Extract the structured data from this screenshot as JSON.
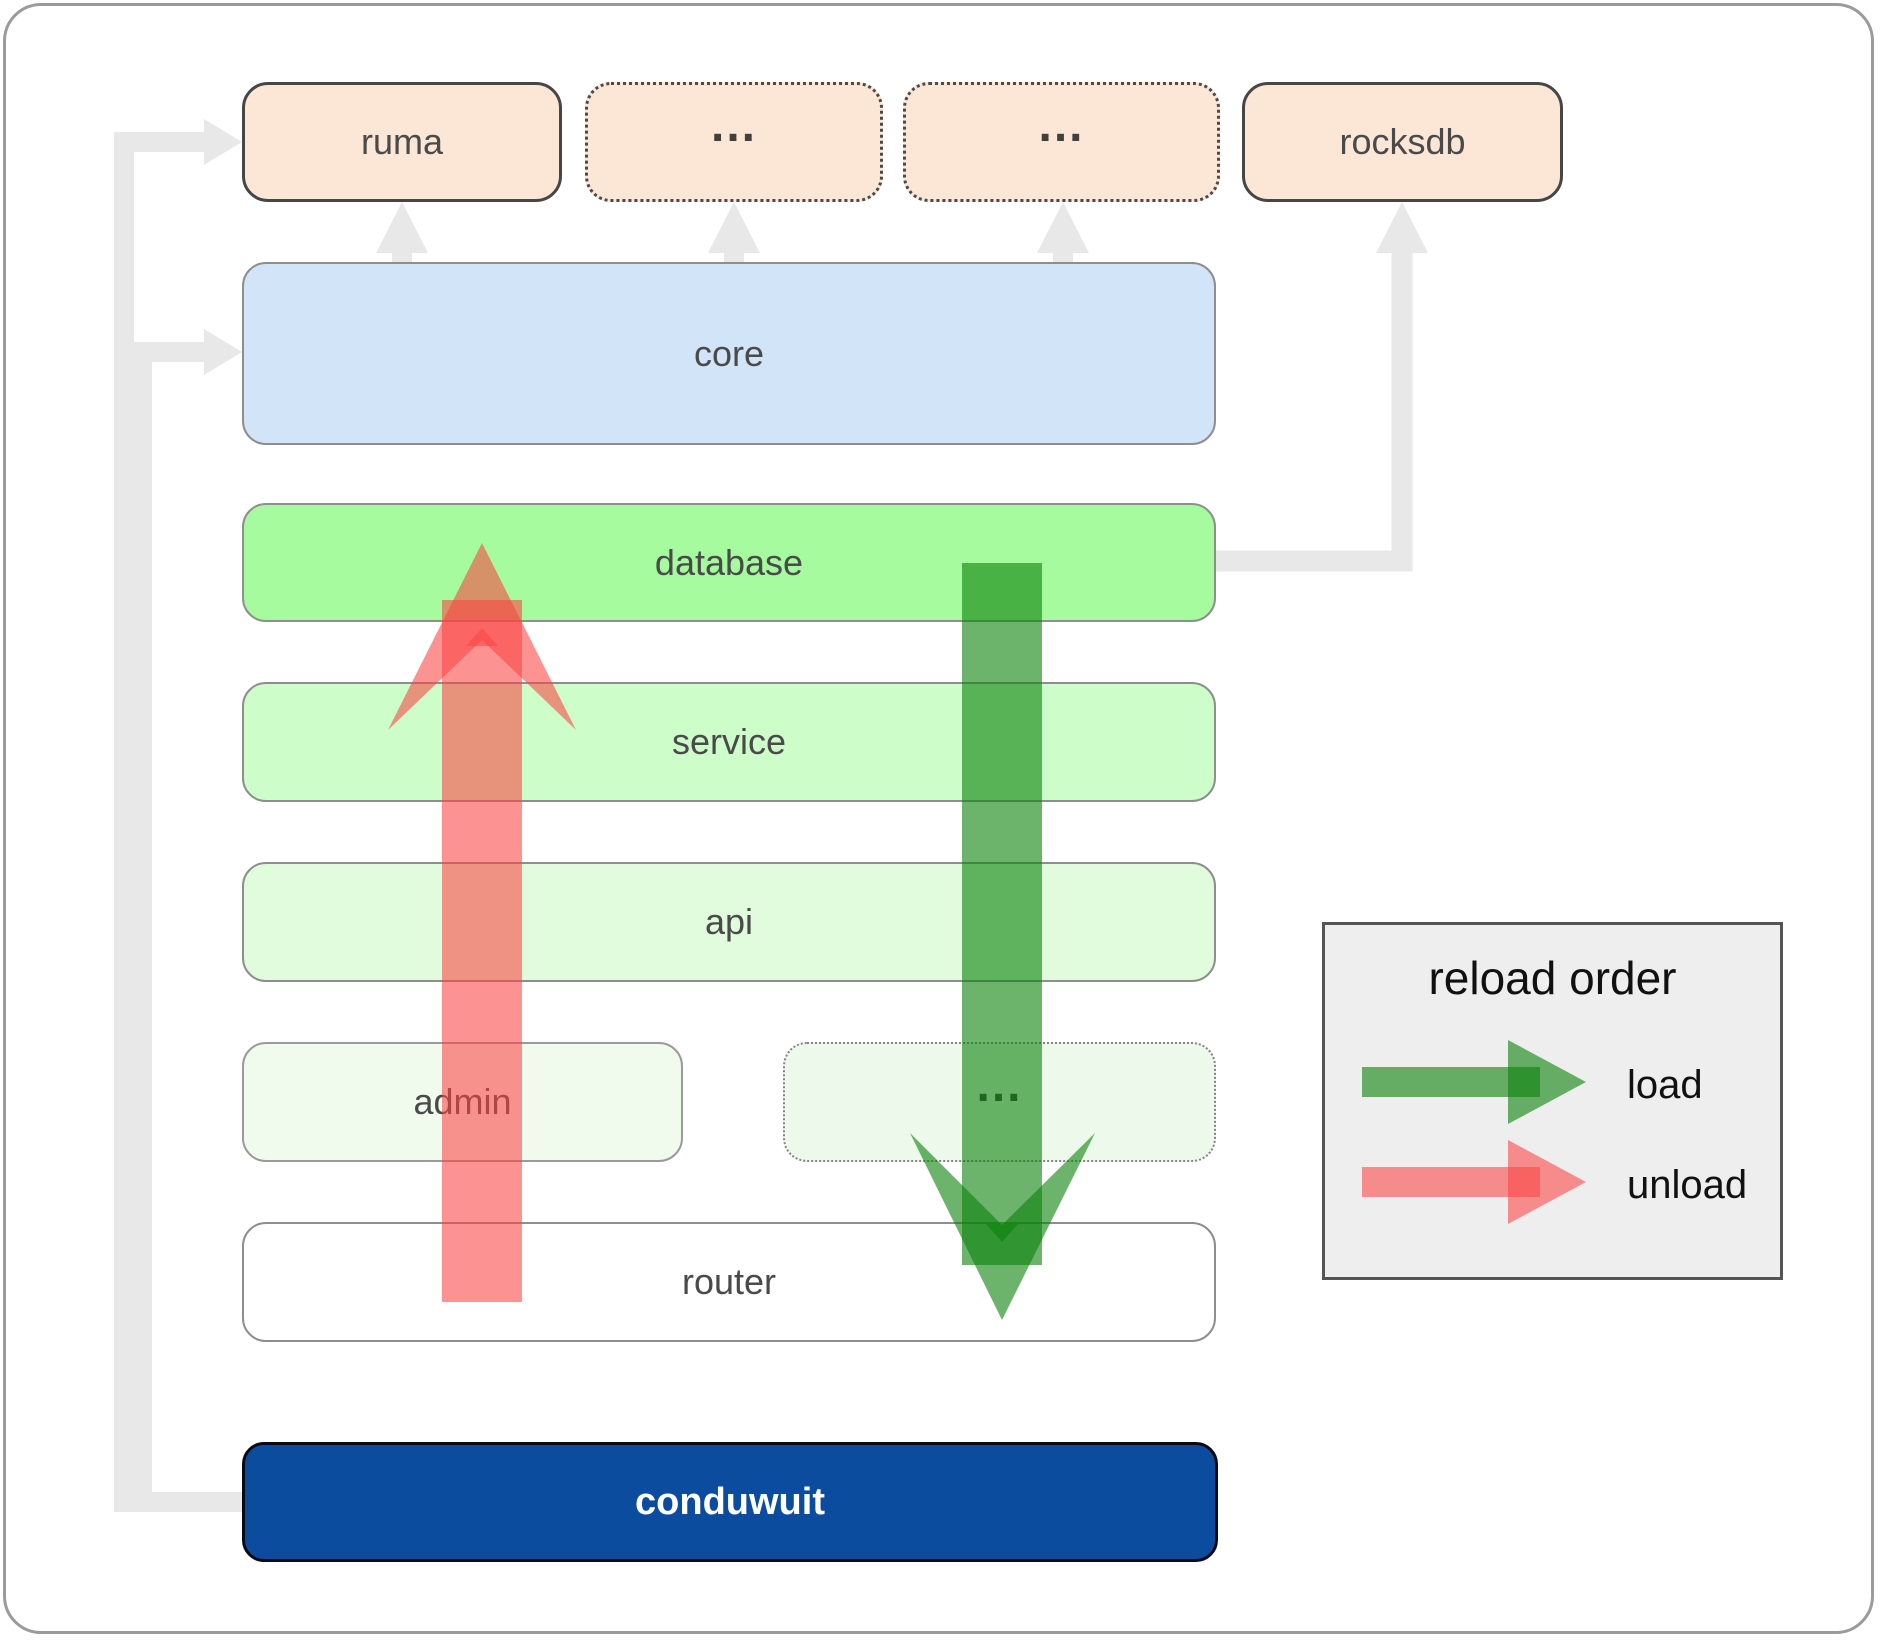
{
  "colors": {
    "peach": "#fce6d6",
    "core_blue": "#d2e4f7",
    "database_green": "#a5fb9e",
    "service_green": "#cdfdc9",
    "api_green": "#e0fcdc",
    "admin_green": "#f0fbee",
    "admin_dots_green": "#edfaeb",
    "router_white": "#ffffff",
    "conduwuit_navy": "#0b4c9e",
    "connector_gray": "#e8e8e8",
    "arrow_green": "#0a820a",
    "arrow_red": "#fa4543",
    "legend_bg": "#eeeeee"
  },
  "top_row": {
    "ruma_label": "ruma",
    "dots1_label": "...",
    "dots2_label": "...",
    "rocksdb_label": "rocksdb"
  },
  "layers": {
    "core_label": "core",
    "database_label": "database",
    "service_label": "service",
    "api_label": "api",
    "admin_label": "admin",
    "admin_dots_label": "...",
    "router_label": "router",
    "conduwuit_label": "conduwuit"
  },
  "legend": {
    "title": "reload order",
    "load_label": "load",
    "unload_label": "unload"
  }
}
